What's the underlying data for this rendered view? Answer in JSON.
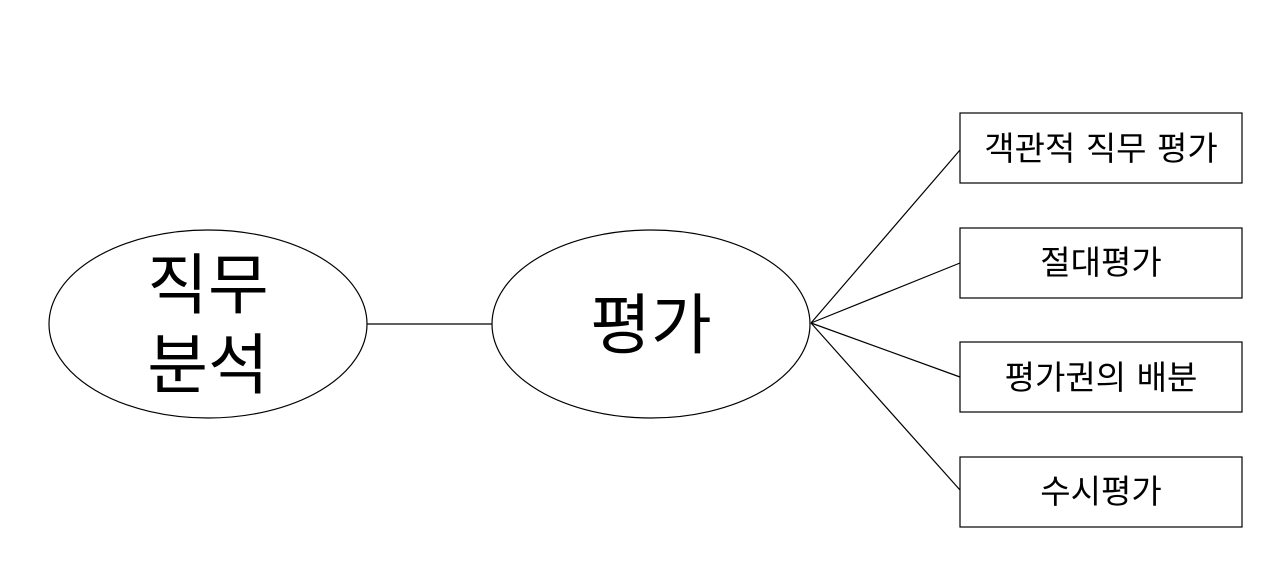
{
  "diagram": {
    "left_node": {
      "line1": "직무",
      "line2": "분석"
    },
    "center_node": {
      "label": "평가"
    },
    "branches": [
      {
        "label": "객관적 직무 평가"
      },
      {
        "label": "절대평가"
      },
      {
        "label": "평가권의 배분"
      },
      {
        "label": "수시평가"
      }
    ]
  }
}
